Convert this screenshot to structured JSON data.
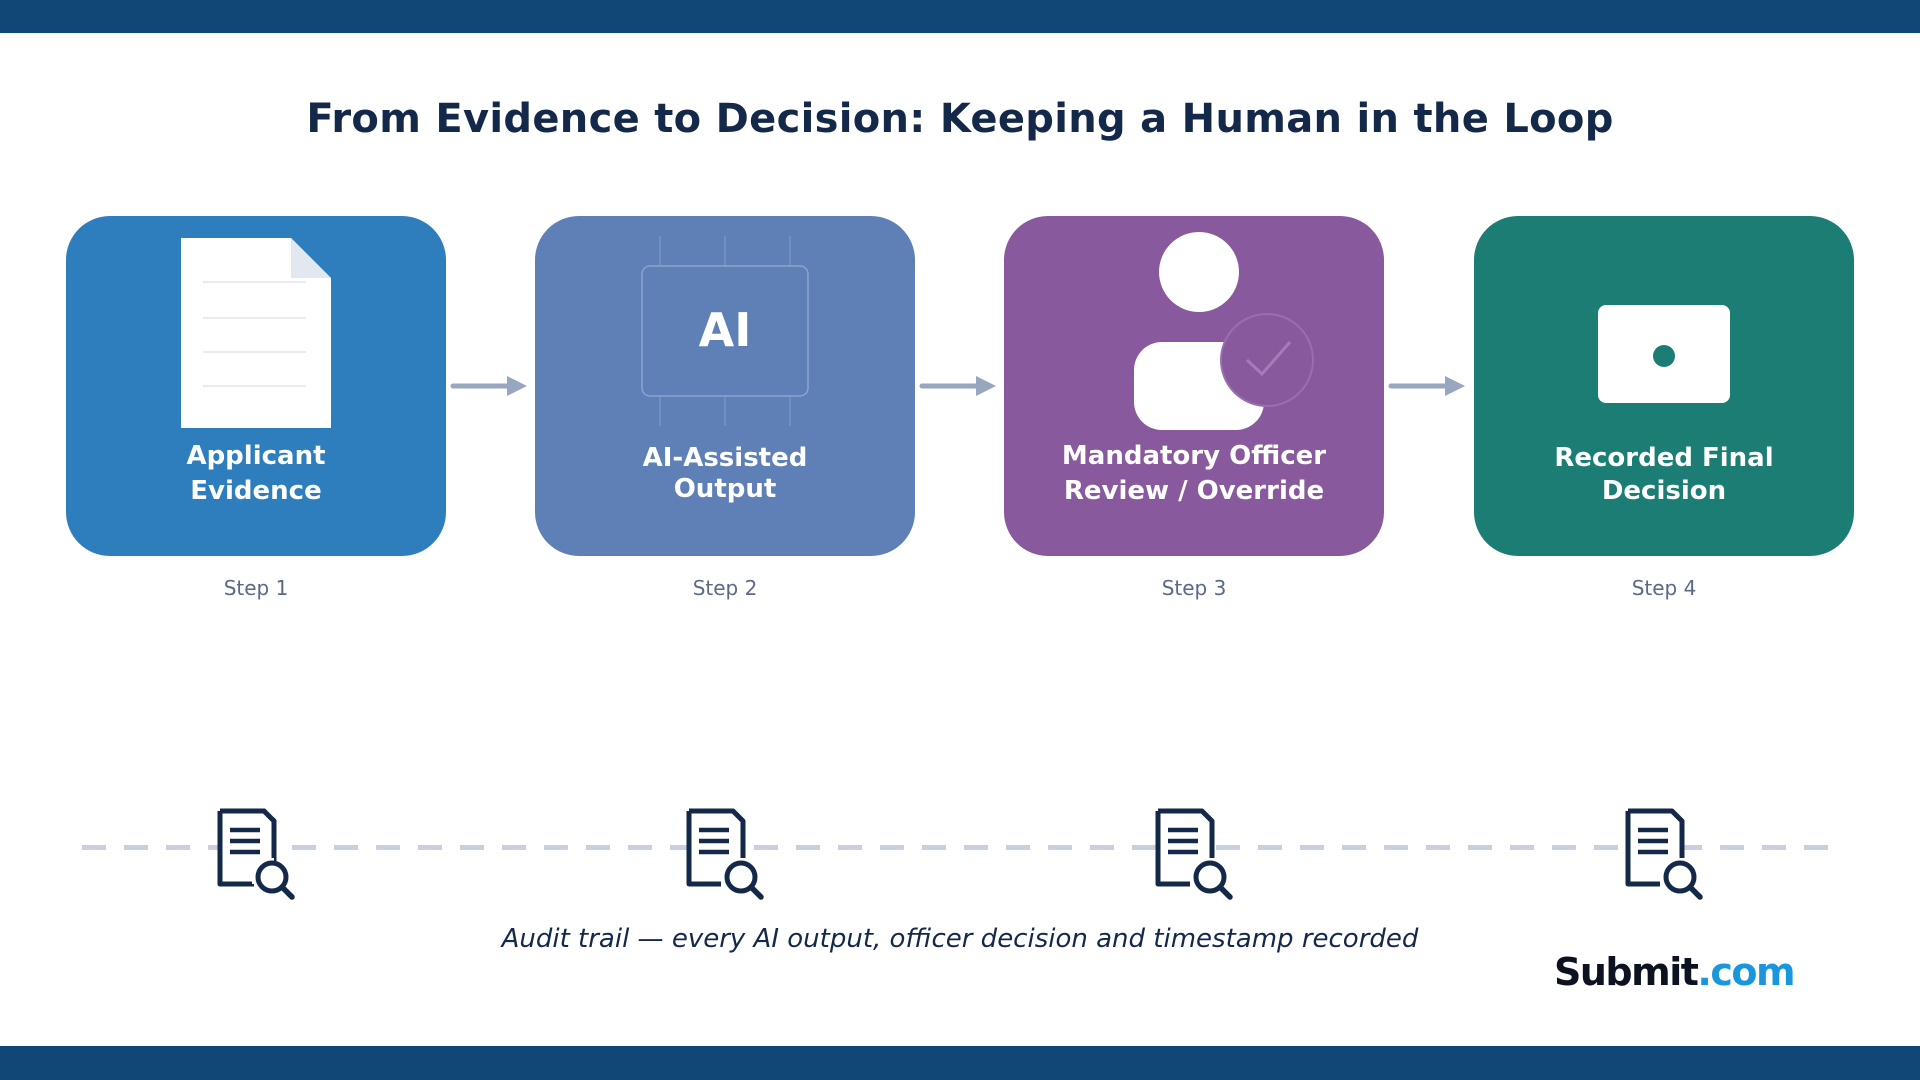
{
  "title": "From Evidence to Decision: Keeping a Human in the Loop",
  "steps": [
    {
      "label": "Applicant\nEvidence",
      "caption": "Step 1",
      "color": "#2e7dbd",
      "icon": "document-icon"
    },
    {
      "label": "AI-Assisted\nOutput",
      "caption": "Step 2",
      "color": "#5e80b7",
      "icon": "ai-chip-icon",
      "icon_text": "AI"
    },
    {
      "label": "Mandatory Officer\nReview / Override",
      "caption": "Step 3",
      "color": "#89599e",
      "icon": "officer-check-icon"
    },
    {
      "label": "Recorded Final\nDecision",
      "caption": "Step 4",
      "color": "#1b7d74",
      "icon": "briefcase-icon"
    }
  ],
  "audit": {
    "caption": "Audit trail — every AI output, officer decision and timestamp recorded",
    "icon": "document-search-icon"
  },
  "brand": {
    "name": "Submit",
    "suffix": ".com",
    "name_color": "#0c1220",
    "suffix_color": "#1a96dd"
  },
  "colors": {
    "band": "#0f4777",
    "title": "#14284a",
    "arrow": "#97a7bf",
    "dash": "#c9cfe0"
  }
}
